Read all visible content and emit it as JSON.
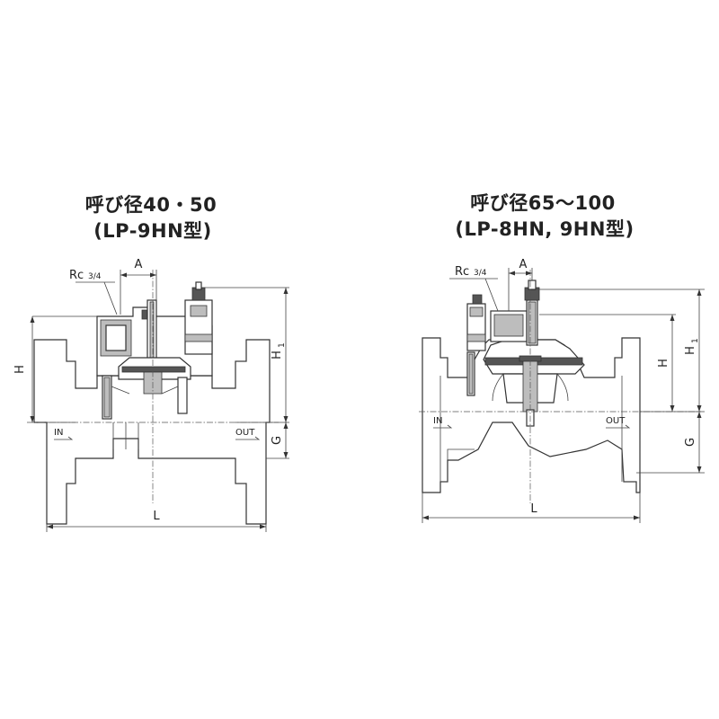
{
  "left_diagram": {
    "title_line1": "呼び径40・50",
    "title_line2": "(LP-9HN型)",
    "labels": {
      "rc": "Rc",
      "rc_fraction": "3/4",
      "a": "A",
      "h": "H",
      "h1": "H",
      "h1_sub": "1",
      "g": "G",
      "l": "L",
      "in": "IN",
      "out": "OUT"
    }
  },
  "right_diagram": {
    "title_line1": "呼び径65〜100",
    "title_line2": "(LP-8HN, 9HN型)",
    "labels": {
      "rc": "Rc",
      "rc_fraction": "3/4",
      "a": "A",
      "h": "H",
      "h1": "H",
      "h1_sub": "1",
      "g": "G",
      "l": "L",
      "in": "IN",
      "out": "OUT"
    }
  },
  "colors": {
    "line": "#333333",
    "fill_grey": "#bdbdbd",
    "fill_dark": "#555555"
  }
}
